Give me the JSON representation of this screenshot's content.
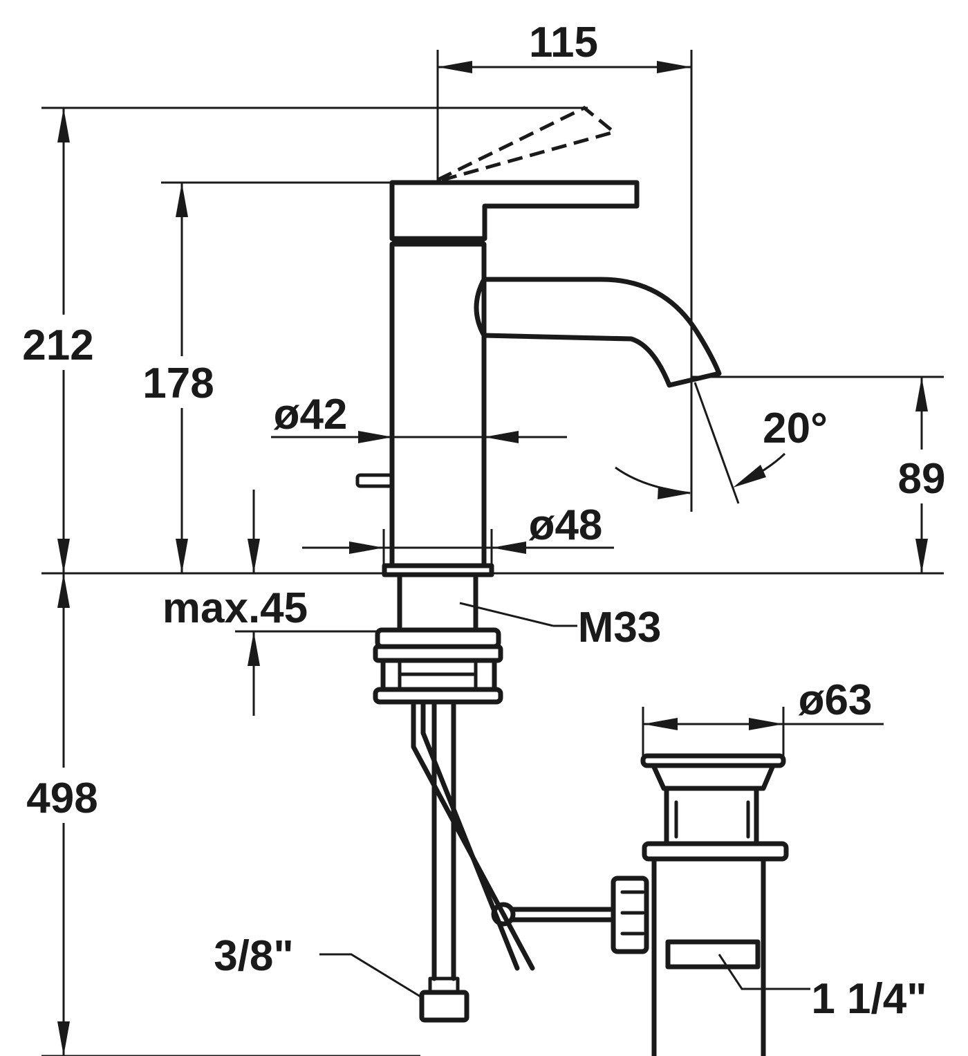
{
  "dimensions": {
    "projection": "115",
    "total_height": "212",
    "handle_height": "178",
    "spout_height": "89",
    "body_diameter": "ø42",
    "base_diameter": "ø48",
    "max_deck_thickness": "max.45",
    "thread": "M33",
    "connection_length": "498",
    "supply_connection": "3/8\"",
    "waste_diameter": "ø63",
    "waste_connection": "1 1/4\"",
    "spout_angle": "20°"
  }
}
